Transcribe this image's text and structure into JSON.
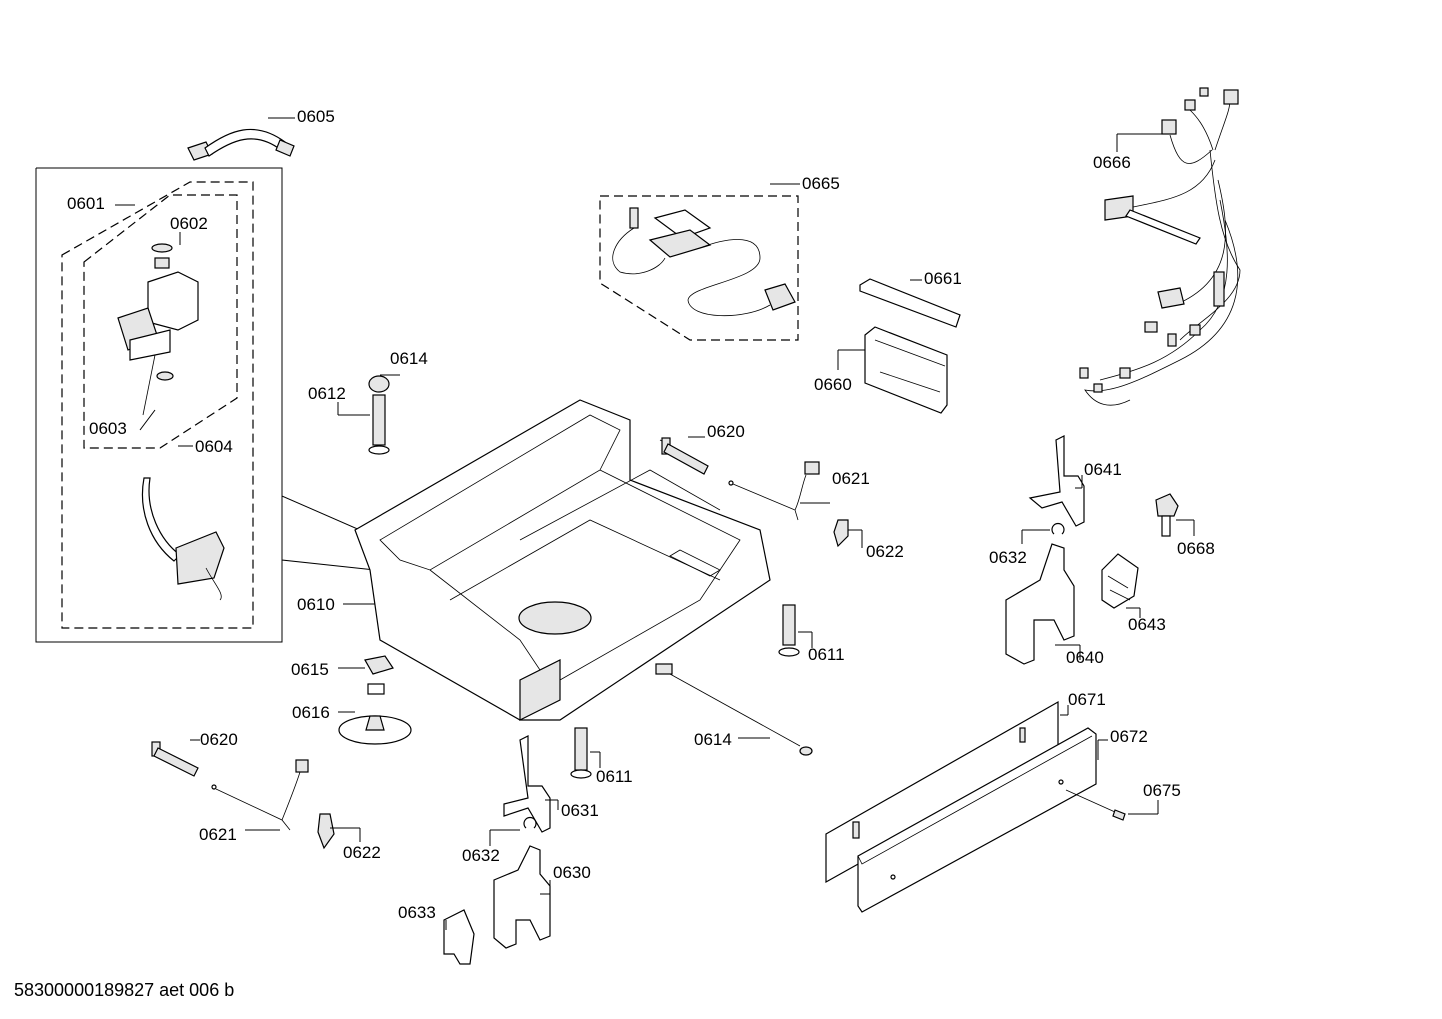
{
  "labels": {
    "p0601": "0601",
    "p0602": "0602",
    "p0603": "0603",
    "p0604": "0604",
    "p0605": "0605",
    "p0610": "0610",
    "p0611a": "0611",
    "p0611b": "0611",
    "p0612": "0612",
    "p0614a": "0614",
    "p0614b": "0614",
    "p0615": "0615",
    "p0616": "0616",
    "p0620a": "0620",
    "p0620b": "0620",
    "p0621a": "0621",
    "p0621b": "0621",
    "p0622a": "0622",
    "p0622b": "0622",
    "p0630": "0630",
    "p0631": "0631",
    "p0632a": "0632",
    "p0632b": "0632",
    "p0633": "0633",
    "p0640": "0640",
    "p0641": "0641",
    "p0643": "0643",
    "p0660": "0660",
    "p0661": "0661",
    "p0665": "0665",
    "p0666": "0666",
    "p0668": "0668",
    "p0671": "0671",
    "p0672": "0672",
    "p0675": "0675"
  },
  "footer": "58300000189827 aet 006 b"
}
